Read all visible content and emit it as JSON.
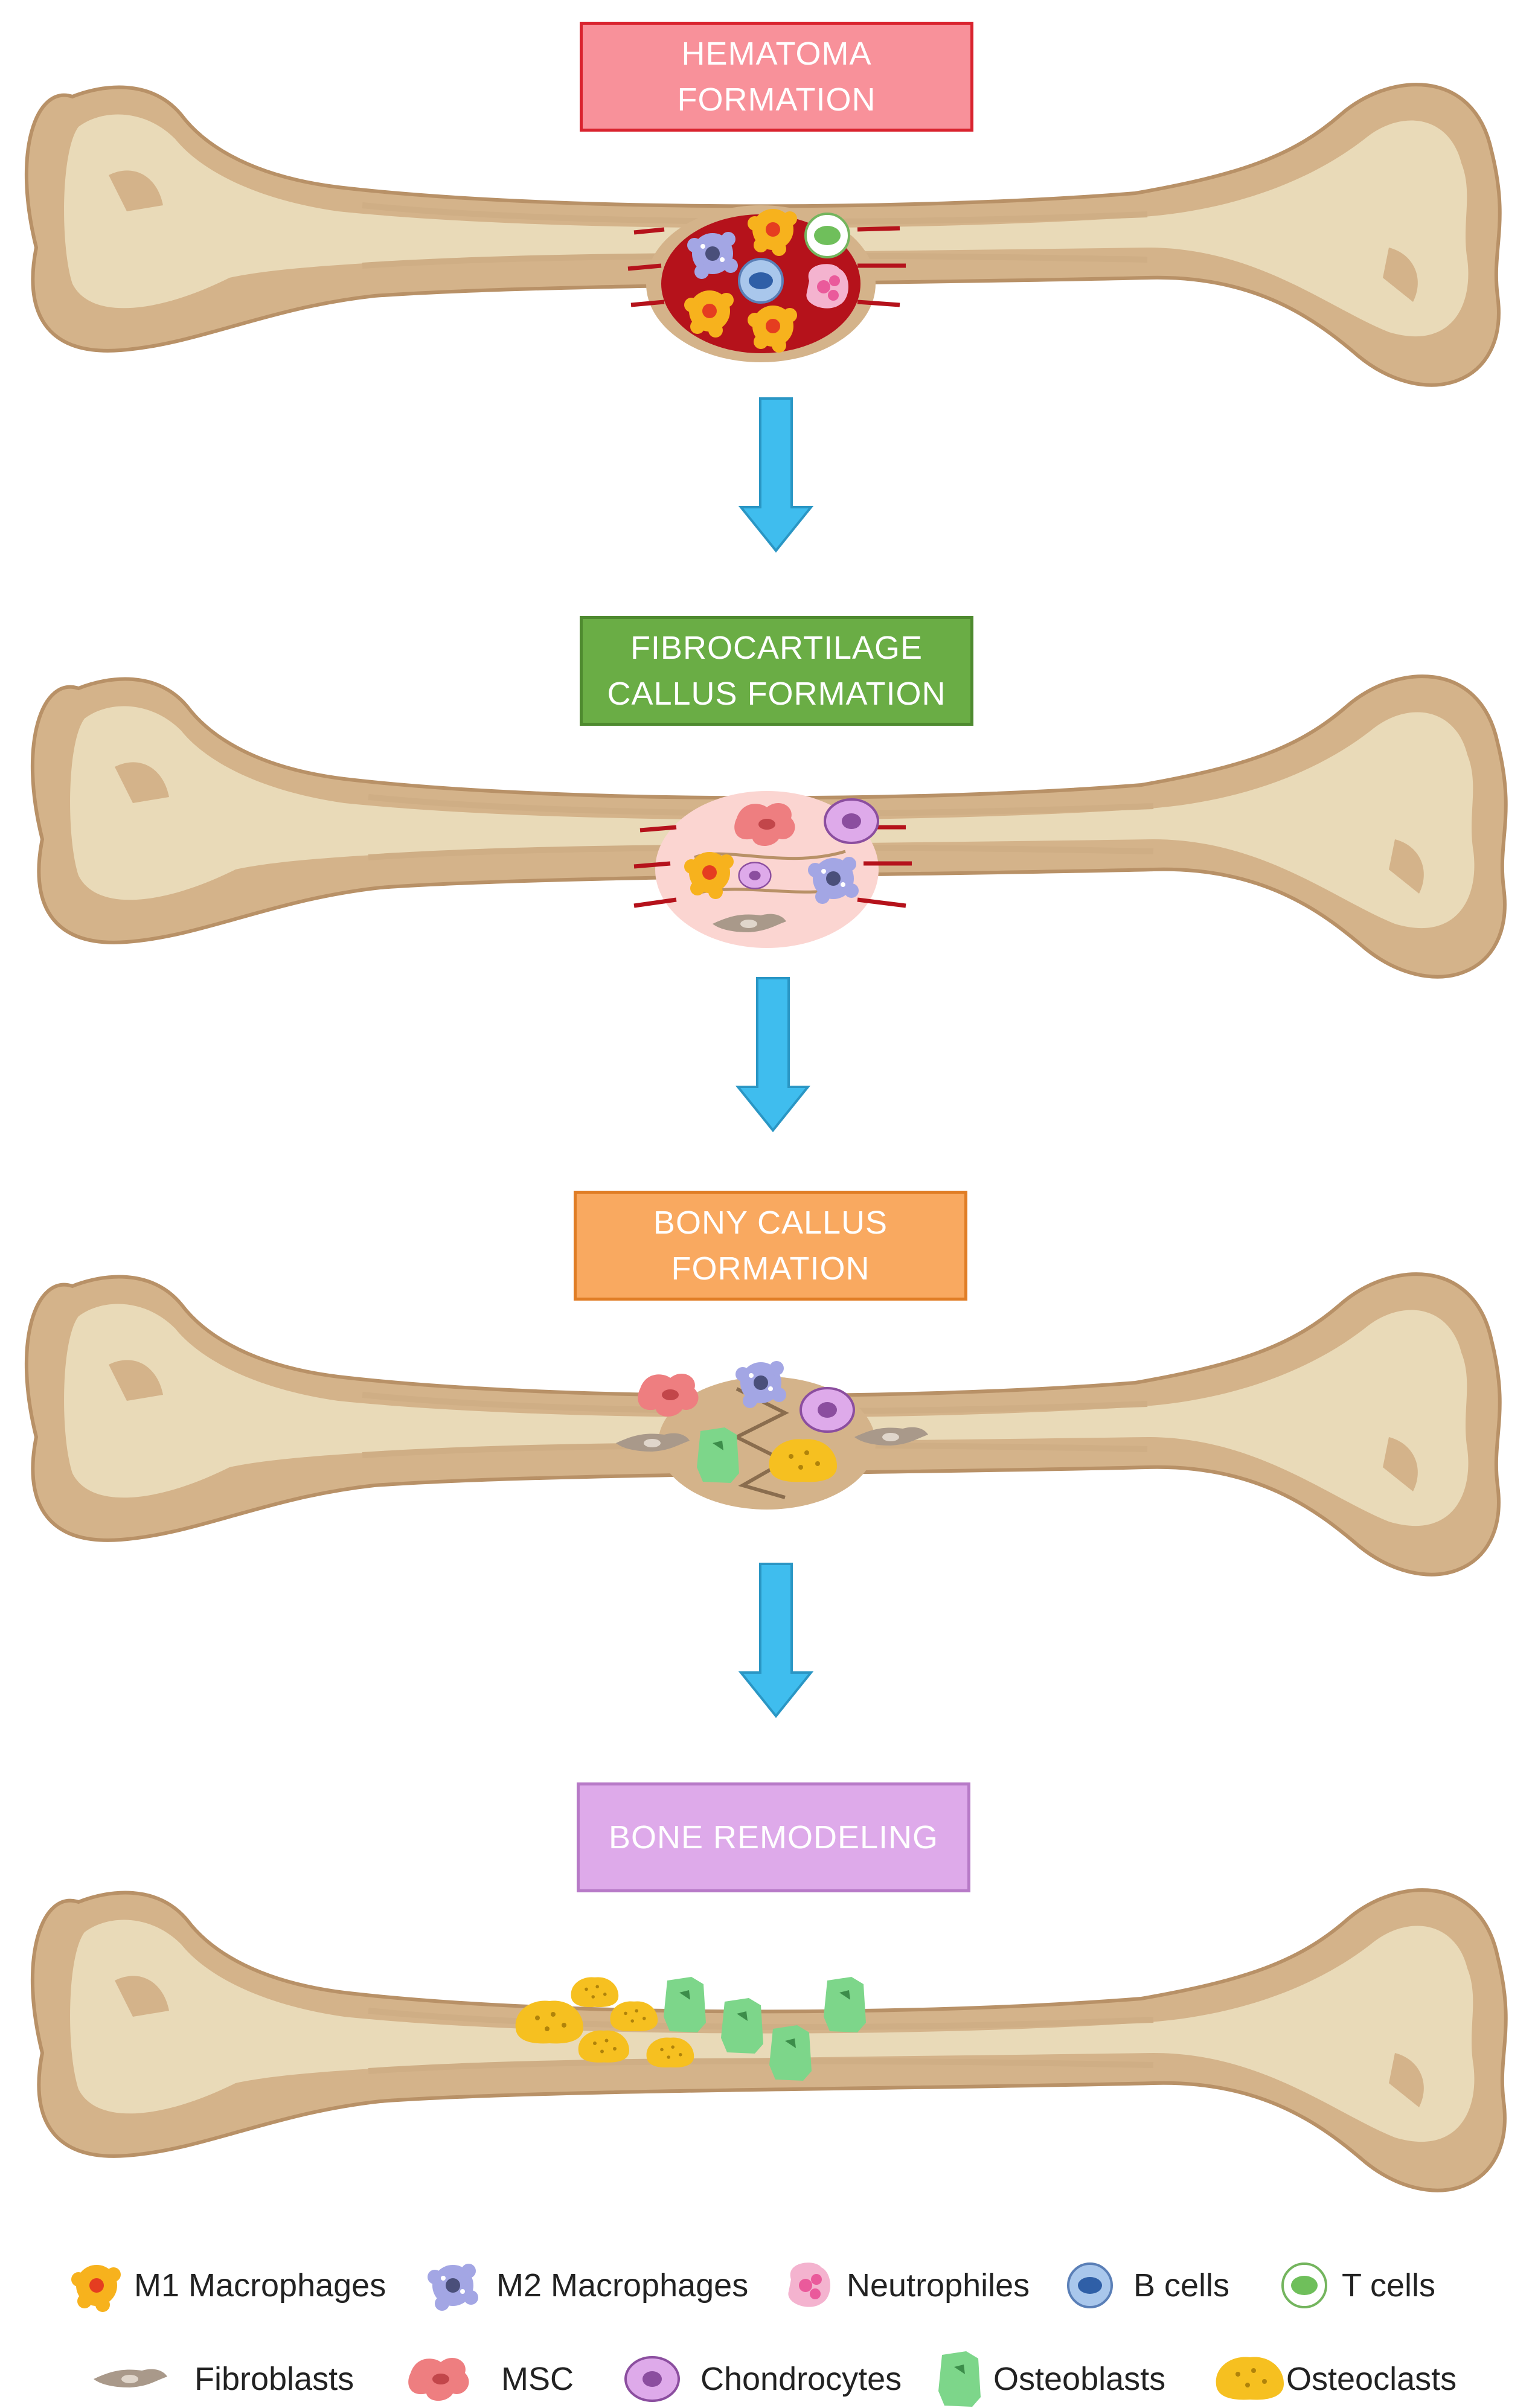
{
  "stages": [
    {
      "label": "HEMATOMA\nFORMATION",
      "fill": "#f8919a",
      "border": "#d9232e"
    },
    {
      "label": "FIBROCARTILAGE\nCALLUS FORMATION",
      "fill": "#6aad45",
      "border": "#4e8a2f"
    },
    {
      "label": "BONY CALLUS\nFORMATION",
      "fill": "#f9a960",
      "border": "#e07d25"
    },
    {
      "label": "BONE REMODELING",
      "fill": "#deaaea",
      "border": "#b77ac7"
    }
  ],
  "legend": [
    {
      "label": "M1 Macrophages",
      "icon": "m1-macrophage-icon"
    },
    {
      "label": "M2 Macrophages",
      "icon": "m2-macrophage-icon"
    },
    {
      "label": "Neutrophiles",
      "icon": "neutrophil-icon"
    },
    {
      "label": "B cells",
      "icon": "b-cell-icon"
    },
    {
      "label": "T cells",
      "icon": "t-cell-icon"
    },
    {
      "label": "Fibroblasts",
      "icon": "fibroblast-icon"
    },
    {
      "label": "MSC",
      "icon": "msc-icon"
    },
    {
      "label": "Chondrocytes",
      "icon": "chondrocyte-icon"
    },
    {
      "label": "Osteoblasts",
      "icon": "osteoblast-icon"
    },
    {
      "label": "Osteoclasts",
      "icon": "osteoclast-icon"
    }
  ],
  "colors": {
    "bone_outer": "#d4b38a",
    "bone_inner": "#e9dab8",
    "bone_outline": "#b89167",
    "arrow": "#3fbdee",
    "blood": "#b5121b",
    "m1": "#f7b21d",
    "m1_core": "#e53d20",
    "m2": "#a3a6e4",
    "neutrophil": "#ea5a9b",
    "b_cell": "#a9c7ec",
    "t_cell": "#9ed28a",
    "fibroblast": "#a9998a",
    "msc": "#ee7e80",
    "chondrocyte": "#d8a3e3",
    "osteoblast": "#7dd68a",
    "osteoclast": "#f6c020"
  }
}
